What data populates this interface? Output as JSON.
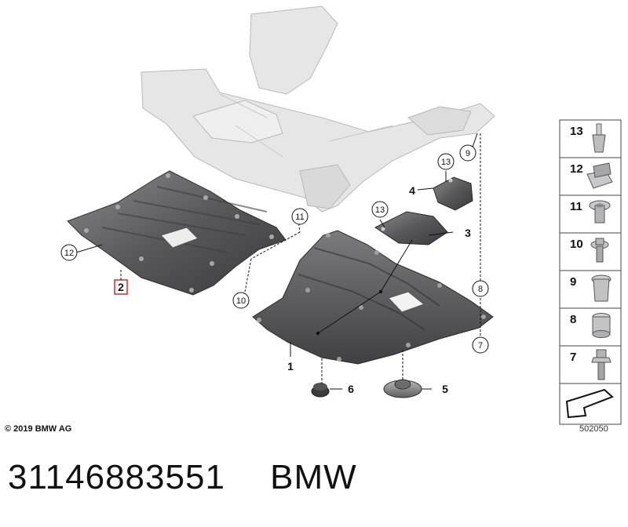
{
  "callouts": {
    "c1": "1",
    "c2": "2",
    "c3": "3",
    "c4": "4",
    "c5": "5",
    "c6": "6",
    "c7": "7",
    "c8": "8",
    "c9": "9",
    "c10": "10",
    "c11": "11",
    "c12": "12",
    "c13a": "13",
    "c13b": "13"
  },
  "legend": {
    "items": [
      "13",
      "12",
      "11",
      "10",
      "9",
      "8",
      "7"
    ]
  },
  "footer": {
    "copyright": "© 2019 BMW AG",
    "diagram_id": "502050"
  },
  "part": {
    "number": "31146883551",
    "brand": "BMW"
  },
  "colors": {
    "highlight_box": "#d9262e",
    "subframe": "#e3e3e3",
    "shield_dark": "#4c4c4e",
    "shield_mid": "#77777a"
  }
}
